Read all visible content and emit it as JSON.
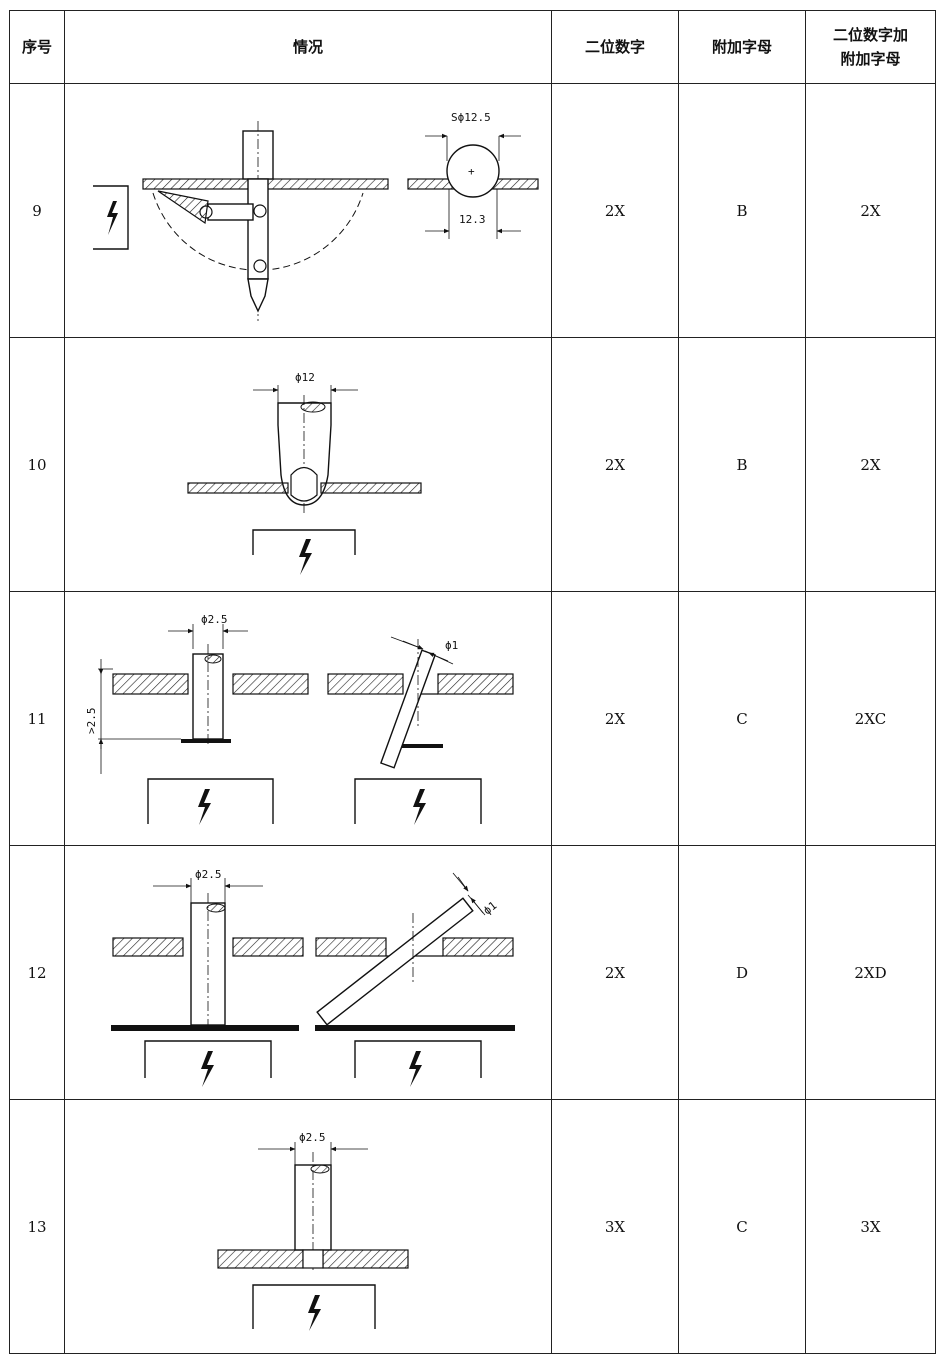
{
  "table": {
    "headers": {
      "seq": "序号",
      "situation": "情况",
      "two_digit": "二位数字",
      "letter": "附加字母",
      "combined_line1": "二位数字加",
      "combined_line2": "附加字母"
    },
    "rows": [
      {
        "seq": "9",
        "two_digit": "2X",
        "letter": "B",
        "combined": "2X",
        "dims": {
          "sphere": "Sϕ12.5",
          "width": "12.3"
        }
      },
      {
        "seq": "10",
        "two_digit": "2X",
        "letter": "B",
        "combined": "2X",
        "dims": {
          "dia": "ϕ12"
        }
      },
      {
        "seq": "11",
        "two_digit": "2X",
        "letter": "C",
        "combined": "2XC",
        "dims": {
          "dia": "ϕ2.5",
          "tilt": "ϕ1",
          "depth": ">2.5"
        }
      },
      {
        "seq": "12",
        "two_digit": "2X",
        "letter": "D",
        "combined": "2XD",
        "dims": {
          "dia": "ϕ2.5",
          "tilt": "ϕ1"
        }
      },
      {
        "seq": "13",
        "two_digit": "3X",
        "letter": "C",
        "combined": "3X",
        "dims": {
          "dia": "ϕ2.5"
        }
      }
    ]
  }
}
